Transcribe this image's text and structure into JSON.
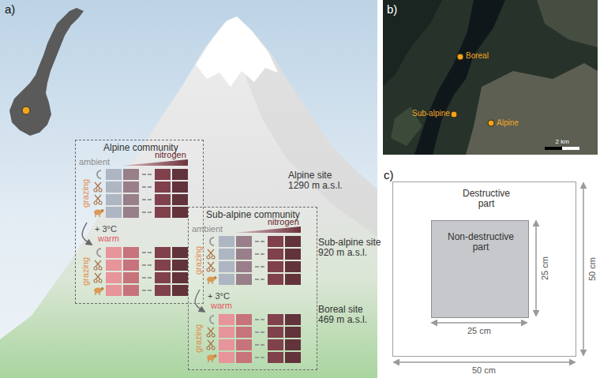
{
  "diagram": {
    "nodes": [
      {
        "text": [
          "Alpine community",
          "nitrogen",
          "ambient",
          "grazing",
          "+ 3°C",
          "warm",
          "grazing"
        ]
      },
      {
        "text": [
          "Sub-alpine community",
          "nitrogen",
          "ambient",
          "grazing",
          "+ 3°C",
          "warm",
          "grazing"
        ]
      },
      {
        "text": [
          "Destructive part"
        ]
      },
      {
        "text": [
          "Non-destructive part"
        ],
        "in": 2
      }
    ],
    "labels": [
      "a)",
      "Alpine site 1290 m a.s.l.",
      "Sub-alpine site 920 m a.s.l.",
      "Boreal site 469 m a.s.l.",
      "b)",
      "Boreal",
      "Sub-alpine",
      "Alpine",
      "2 km",
      "c)",
      "25 cm",
      "25 cm",
      "50 cm",
      "50 cm"
    ]
  }
}
